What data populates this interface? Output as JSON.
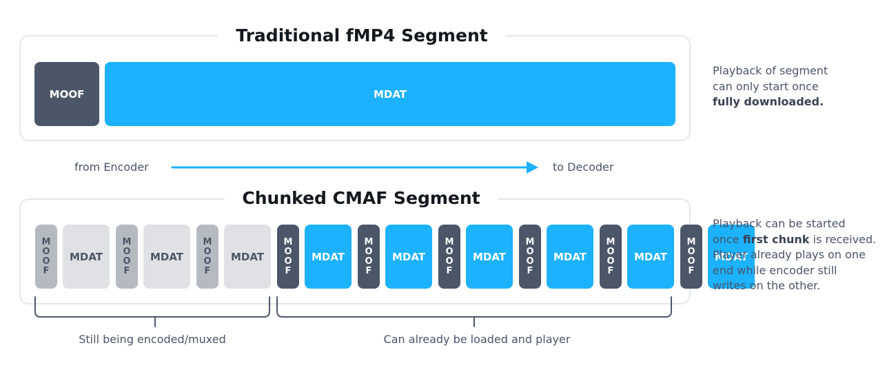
{
  "traditional": {
    "title": "Traditional fMP4 Segment",
    "moof_label": "MOOF",
    "mdat_label": "MDAT",
    "note_line1": "Playback of segment",
    "note_line2": "can only start once",
    "note_bold": "fully downloaded."
  },
  "flow": {
    "from_label": "from Encoder",
    "to_label": "to Decoder"
  },
  "chunked": {
    "title": "Chunked CMAF Segment",
    "moof_label": "MOOF",
    "mdat_label": "MDAT",
    "chunks": [
      {
        "state": "encoding"
      },
      {
        "state": "encoding"
      },
      {
        "state": "encoding"
      },
      {
        "state": "ready"
      },
      {
        "state": "ready"
      },
      {
        "state": "ready"
      },
      {
        "state": "ready"
      },
      {
        "state": "ready"
      },
      {
        "state": "ready"
      }
    ],
    "note_pre": "Playback can be started",
    "note_once": "once ",
    "note_bold": "first chunk",
    "note_post": " is received.",
    "note_line3": "Player already plays on one",
    "note_line4": "end while encoder still",
    "note_line5": "writes on the other."
  },
  "braces": {
    "encoding_label": "Still being encoded/muxed",
    "ready_label": "Can already be loaded and player"
  },
  "colors": {
    "moof_dark": "#4b5669",
    "mdat_blue": "#1cb2fd",
    "moof_grey": "#b5bac1",
    "mdat_grey": "#dfe1e4",
    "arrow": "#1cb2fd"
  }
}
